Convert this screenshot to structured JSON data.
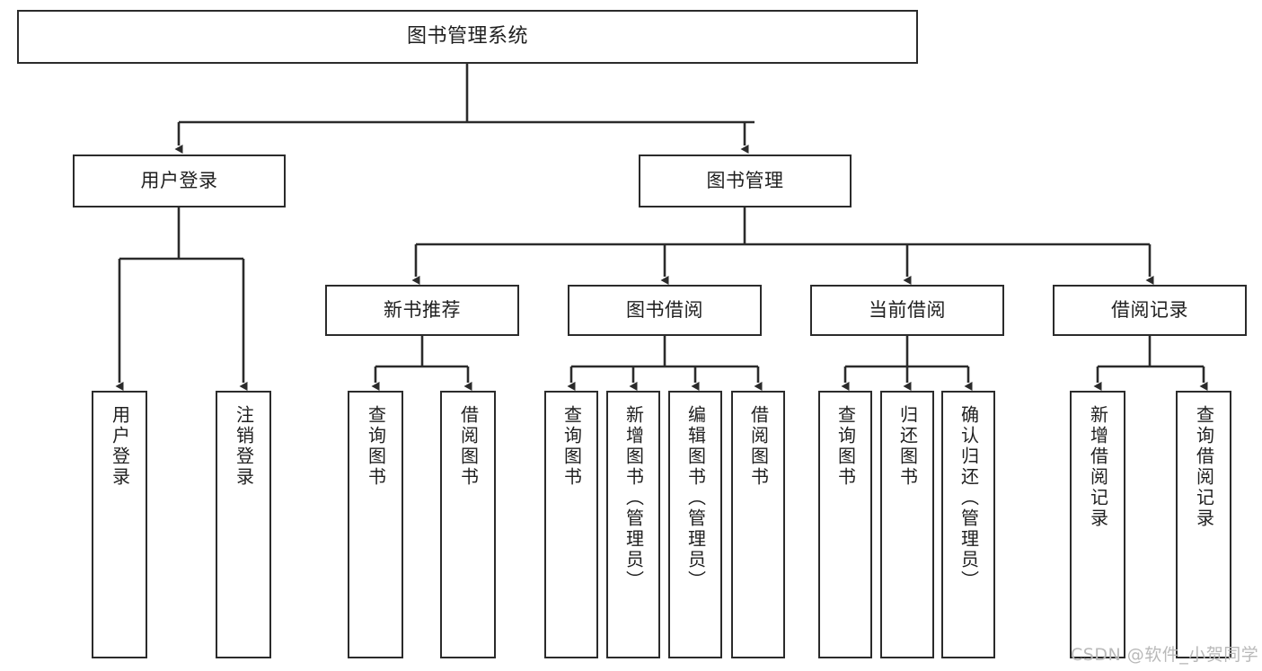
{
  "diagram": {
    "title": "图书管理系统",
    "type": "tree-hierarchy-chart",
    "watermark": "CSDN @软件_小贺同学",
    "colors": {
      "stroke": "#2b2b2b",
      "fill": "#ffffff",
      "text": "#1f1f1f",
      "watermark": "#b9b9b9"
    },
    "levels": {
      "root": "图书管理系统",
      "level2": [
        "用户登录",
        "图书管理"
      ],
      "level3": [
        "新书推荐",
        "图书借阅",
        "当前借阅",
        "借阅记录"
      ]
    },
    "nodes": {
      "root": {
        "label": "图书管理系统"
      },
      "user_login": {
        "label": "用户登录"
      },
      "book_manage": {
        "label": "图书管理"
      },
      "new_book_rec": {
        "label": "新书推荐"
      },
      "book_borrow": {
        "label": "图书借阅"
      },
      "current_borrow": {
        "label": "当前借阅"
      },
      "borrow_record": {
        "label": "借阅记录"
      },
      "leaf_user_login": {
        "label": "用户登录"
      },
      "leaf_logout": {
        "label": "注销登录"
      },
      "leaf_query_book_a": {
        "label": "查询图书"
      },
      "leaf_borrow_book_a": {
        "label": "借阅图书"
      },
      "leaf_query_book_b": {
        "label": "查询图书"
      },
      "leaf_add_book": {
        "label": "新增图书（管理员）"
      },
      "leaf_edit_book": {
        "label": "编辑图书（管理员）"
      },
      "leaf_borrow_book_b": {
        "label": "借阅图书"
      },
      "leaf_query_book_c": {
        "label": "查询图书"
      },
      "leaf_return_book": {
        "label": "归还图书"
      },
      "leaf_confirm_return": {
        "label": "确认归还（管理员）"
      },
      "leaf_add_record": {
        "label": "新增借阅记录"
      },
      "leaf_query_record": {
        "label": "查询借阅记录"
      }
    },
    "edges": [
      {
        "from": "root",
        "to": "user_login"
      },
      {
        "from": "root",
        "to": "book_manage"
      },
      {
        "from": "user_login",
        "to": "leaf_user_login"
      },
      {
        "from": "user_login",
        "to": "leaf_logout"
      },
      {
        "from": "book_manage",
        "to": "new_book_rec"
      },
      {
        "from": "book_manage",
        "to": "book_borrow"
      },
      {
        "from": "book_manage",
        "to": "current_borrow"
      },
      {
        "from": "book_manage",
        "to": "borrow_record"
      },
      {
        "from": "new_book_rec",
        "to": "leaf_query_book_a"
      },
      {
        "from": "new_book_rec",
        "to": "leaf_borrow_book_a"
      },
      {
        "from": "book_borrow",
        "to": "leaf_query_book_b"
      },
      {
        "from": "book_borrow",
        "to": "leaf_add_book"
      },
      {
        "from": "book_borrow",
        "to": "leaf_edit_book"
      },
      {
        "from": "book_borrow",
        "to": "leaf_borrow_book_b"
      },
      {
        "from": "current_borrow",
        "to": "leaf_query_book_c"
      },
      {
        "from": "current_borrow",
        "to": "leaf_return_book"
      },
      {
        "from": "current_borrow",
        "to": "leaf_confirm_return"
      },
      {
        "from": "borrow_record",
        "to": "leaf_add_record"
      },
      {
        "from": "borrow_record",
        "to": "leaf_query_record"
      }
    ]
  }
}
